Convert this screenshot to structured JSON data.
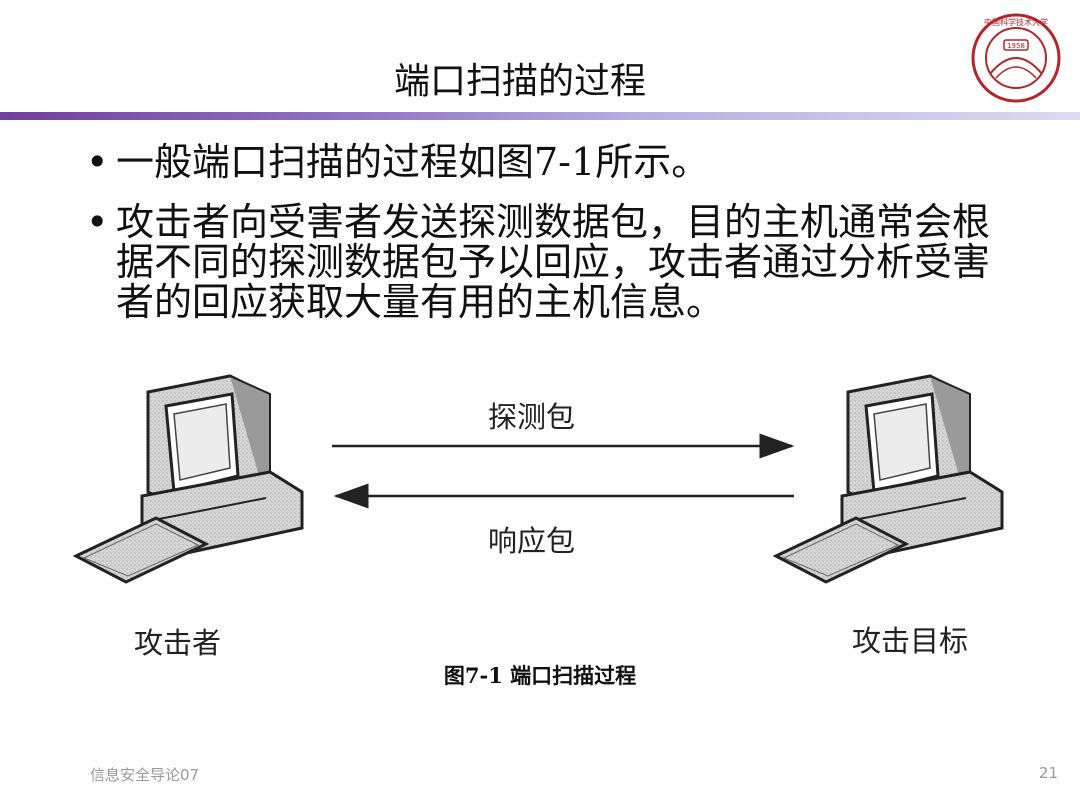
{
  "slide": {
    "title": "端口扫描的过程",
    "bullets": [
      "一般端口扫描的过程如图7-1所示。",
      "攻击者向受害者发送探测数据包，目的主机通常会根据不同的探测数据包予以回应，攻击者通过分析受害者的回应获取大量有用的主机信息。"
    ],
    "bullet_symbol": "•"
  },
  "logo": {
    "year": "1958",
    "text": "中国科学技术大学",
    "color": "#b3262b"
  },
  "diagram": {
    "probe_label": "探测包",
    "response_label": "响应包",
    "attacker_label": "攻击者",
    "target_label": "攻击目标",
    "caption": "图7-1 端口扫描过程"
  },
  "footer": {
    "left": "信息安全导论07",
    "page": "21"
  }
}
